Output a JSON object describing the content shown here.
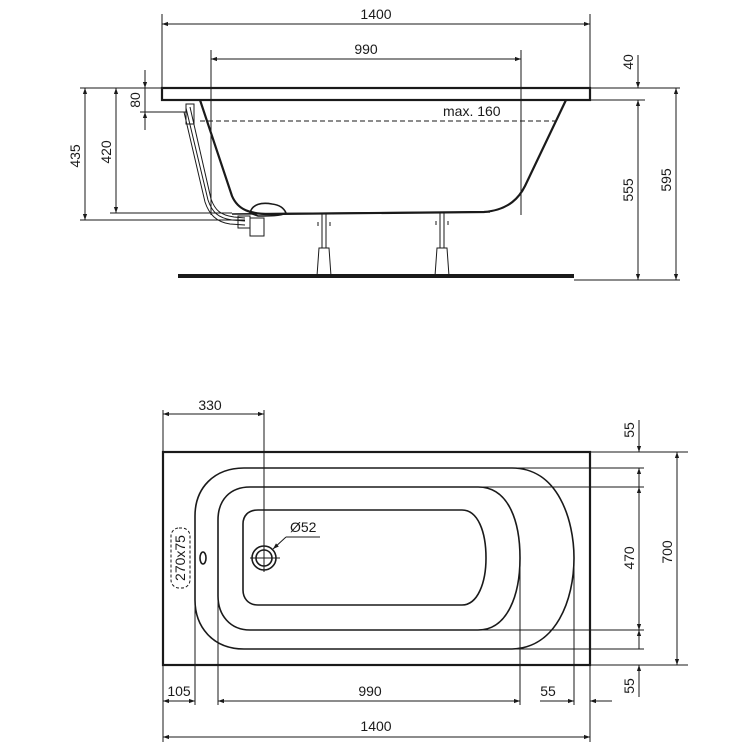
{
  "drawing": {
    "title": "Bathtub technical dimension drawing",
    "side_view": {
      "overall_length": "1400",
      "inner_bottom_length": "990",
      "rim_thickness": "40",
      "overflow_depth": "80",
      "water_level_note": "max. 160",
      "floor_to_rim_total": "595",
      "floor_to_rim_underside": "555",
      "rim_to_outer_bottom": "435",
      "rim_to_inner_bottom": "420"
    },
    "plan_view": {
      "waste_offset": "330",
      "waste_diameter": "Ø52",
      "access_panel": "270x75",
      "rim_top": "55",
      "inner_width": "470",
      "overall_width": "700",
      "rim_bottom": "55",
      "end_rim_left": "105",
      "inner_bottom_length": "990",
      "end_rim_right": "55",
      "overall_length": "1400"
    }
  },
  "colors": {
    "line": "#1a1a1a",
    "background": "#ffffff"
  }
}
